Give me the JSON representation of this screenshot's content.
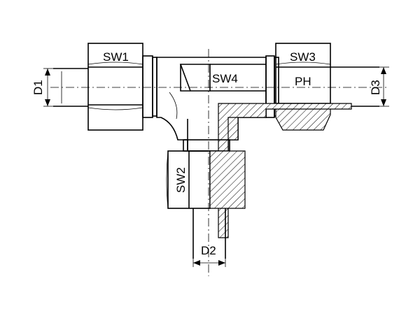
{
  "drawing": {
    "labels": {
      "sw1": "SW1",
      "sw2": "SW2",
      "sw3": "SW3",
      "sw4": "SW4",
      "ph": "PH",
      "d1": "D1",
      "d2": "D2",
      "d3": "D3"
    }
  }
}
